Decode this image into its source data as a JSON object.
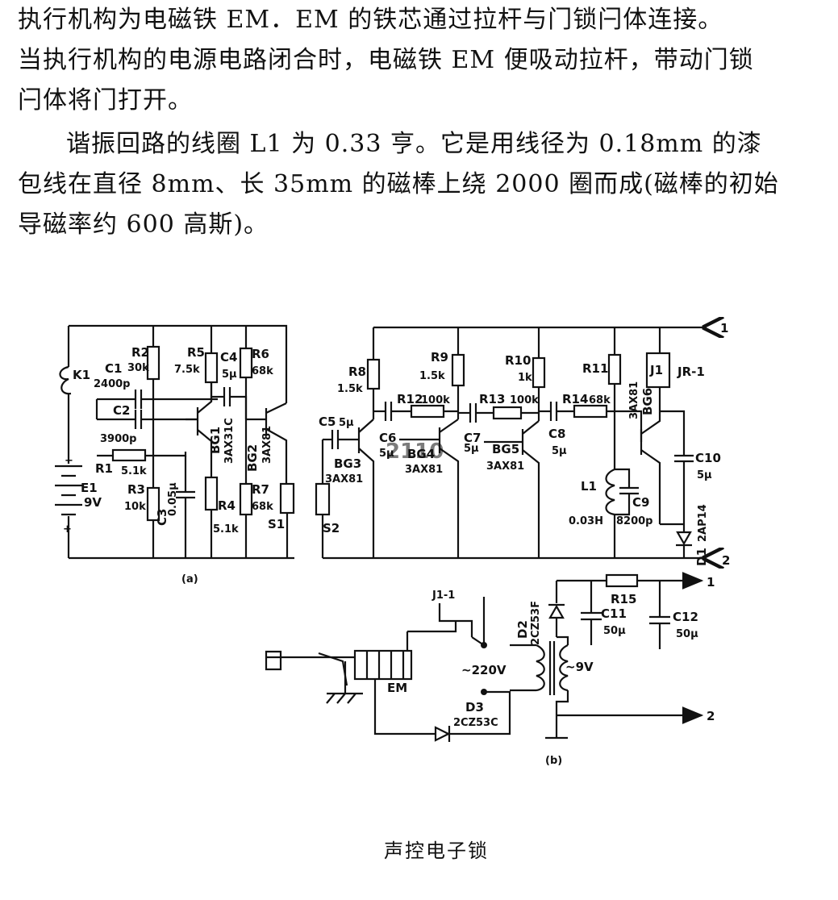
{
  "paragraph1": {
    "line1": "执行机构为电磁铁 EM．EM 的铁芯通过拉杆与门锁闩体连接。",
    "line2": "当执行机构的电源电路闭合时，电磁铁 EM 便吸动拉杆，带动门锁",
    "line3": "闩体将门打开。"
  },
  "paragraph2": {
    "line1": "谐振回路的线圈 L1 为 0.33 亨。它是用线径为 0.18mm 的漆",
    "line2": "包线在直径 8mm、长 35mm 的磁棒上绕 2000 圈而成(磁棒的初始",
    "line3": "导磁率约 600 高斯)。"
  },
  "circuit_a": {
    "K": "K1",
    "E": "E1",
    "E_v": "9V",
    "C1": "C1",
    "C1_v": "2400p",
    "C2": "C2",
    "C2_v": "3900p",
    "R1": "R1",
    "R1_v": "5.1k",
    "R2": "R2",
    "R2_v": "30k",
    "R3": "R3",
    "R3_v": "10k",
    "C3": "C3",
    "C3_v": "0.05μ",
    "R5": "R5",
    "R5_v": "7.5k",
    "C4": "C4",
    "C4_v": "5μ",
    "R6": "R6",
    "R6_v": "68k",
    "R4": "R4",
    "R4_v": "5.1k",
    "R7": "R7",
    "R7_v": "68k",
    "BG1": "BG1",
    "BG1_t": "3AX31C",
    "BG2": "BG2",
    "BG2_t": "3AX81",
    "S1": "S1",
    "tag": "(a)"
  },
  "circuit_right": {
    "C5": "C5",
    "C5_v": "5μ",
    "R8": "R8",
    "R8_v": "1.5k",
    "BG3": "BG3",
    "BG3_t": "3AX81",
    "S2": "S2",
    "C6": "C6",
    "C6_v": "5μ",
    "R12": "R12",
    "R12_v": "100k",
    "R9": "R9",
    "R9_v": "1.5k",
    "BG4": "BG4",
    "BG4_t": "3AX81",
    "C7": "C7",
    "C7_v": "5μ",
    "R13": "R13",
    "R13_v": "100k",
    "R10": "R10",
    "R10_v": "1k",
    "BG5": "BG5",
    "BG5_t": "3AX81",
    "C8": "C8",
    "C8_v": "5μ",
    "R14": "R14",
    "R14_v": "68k",
    "R11": "R11",
    "J1": "J1",
    "J1_t": "JR-1",
    "BG6": "BG6",
    "BG6_t": "3AX81",
    "L1": "L1",
    "L1_v": "0.03H",
    "C9": "C9",
    "C9_v": "8200p",
    "C10": "C10",
    "C10_v": "5μ",
    "D1": "D1",
    "D1_t": "2AP14",
    "term1": "1",
    "term2": "2"
  },
  "circuit_b": {
    "J11": "J1-1",
    "EM": "EM",
    "D2": "D2",
    "D2_t": "2CZ53F",
    "D3": "D3",
    "D3_t": "2CZ53C",
    "ac220": "~220V",
    "ac9": "~9V",
    "R15": "R15",
    "C11": "C11",
    "C11_v": "50μ",
    "C12": "C12",
    "C12_v": "50μ",
    "term1": "1",
    "term2": "2",
    "tag": "(b)"
  },
  "watermark": "2110",
  "caption": "声控电子锁"
}
